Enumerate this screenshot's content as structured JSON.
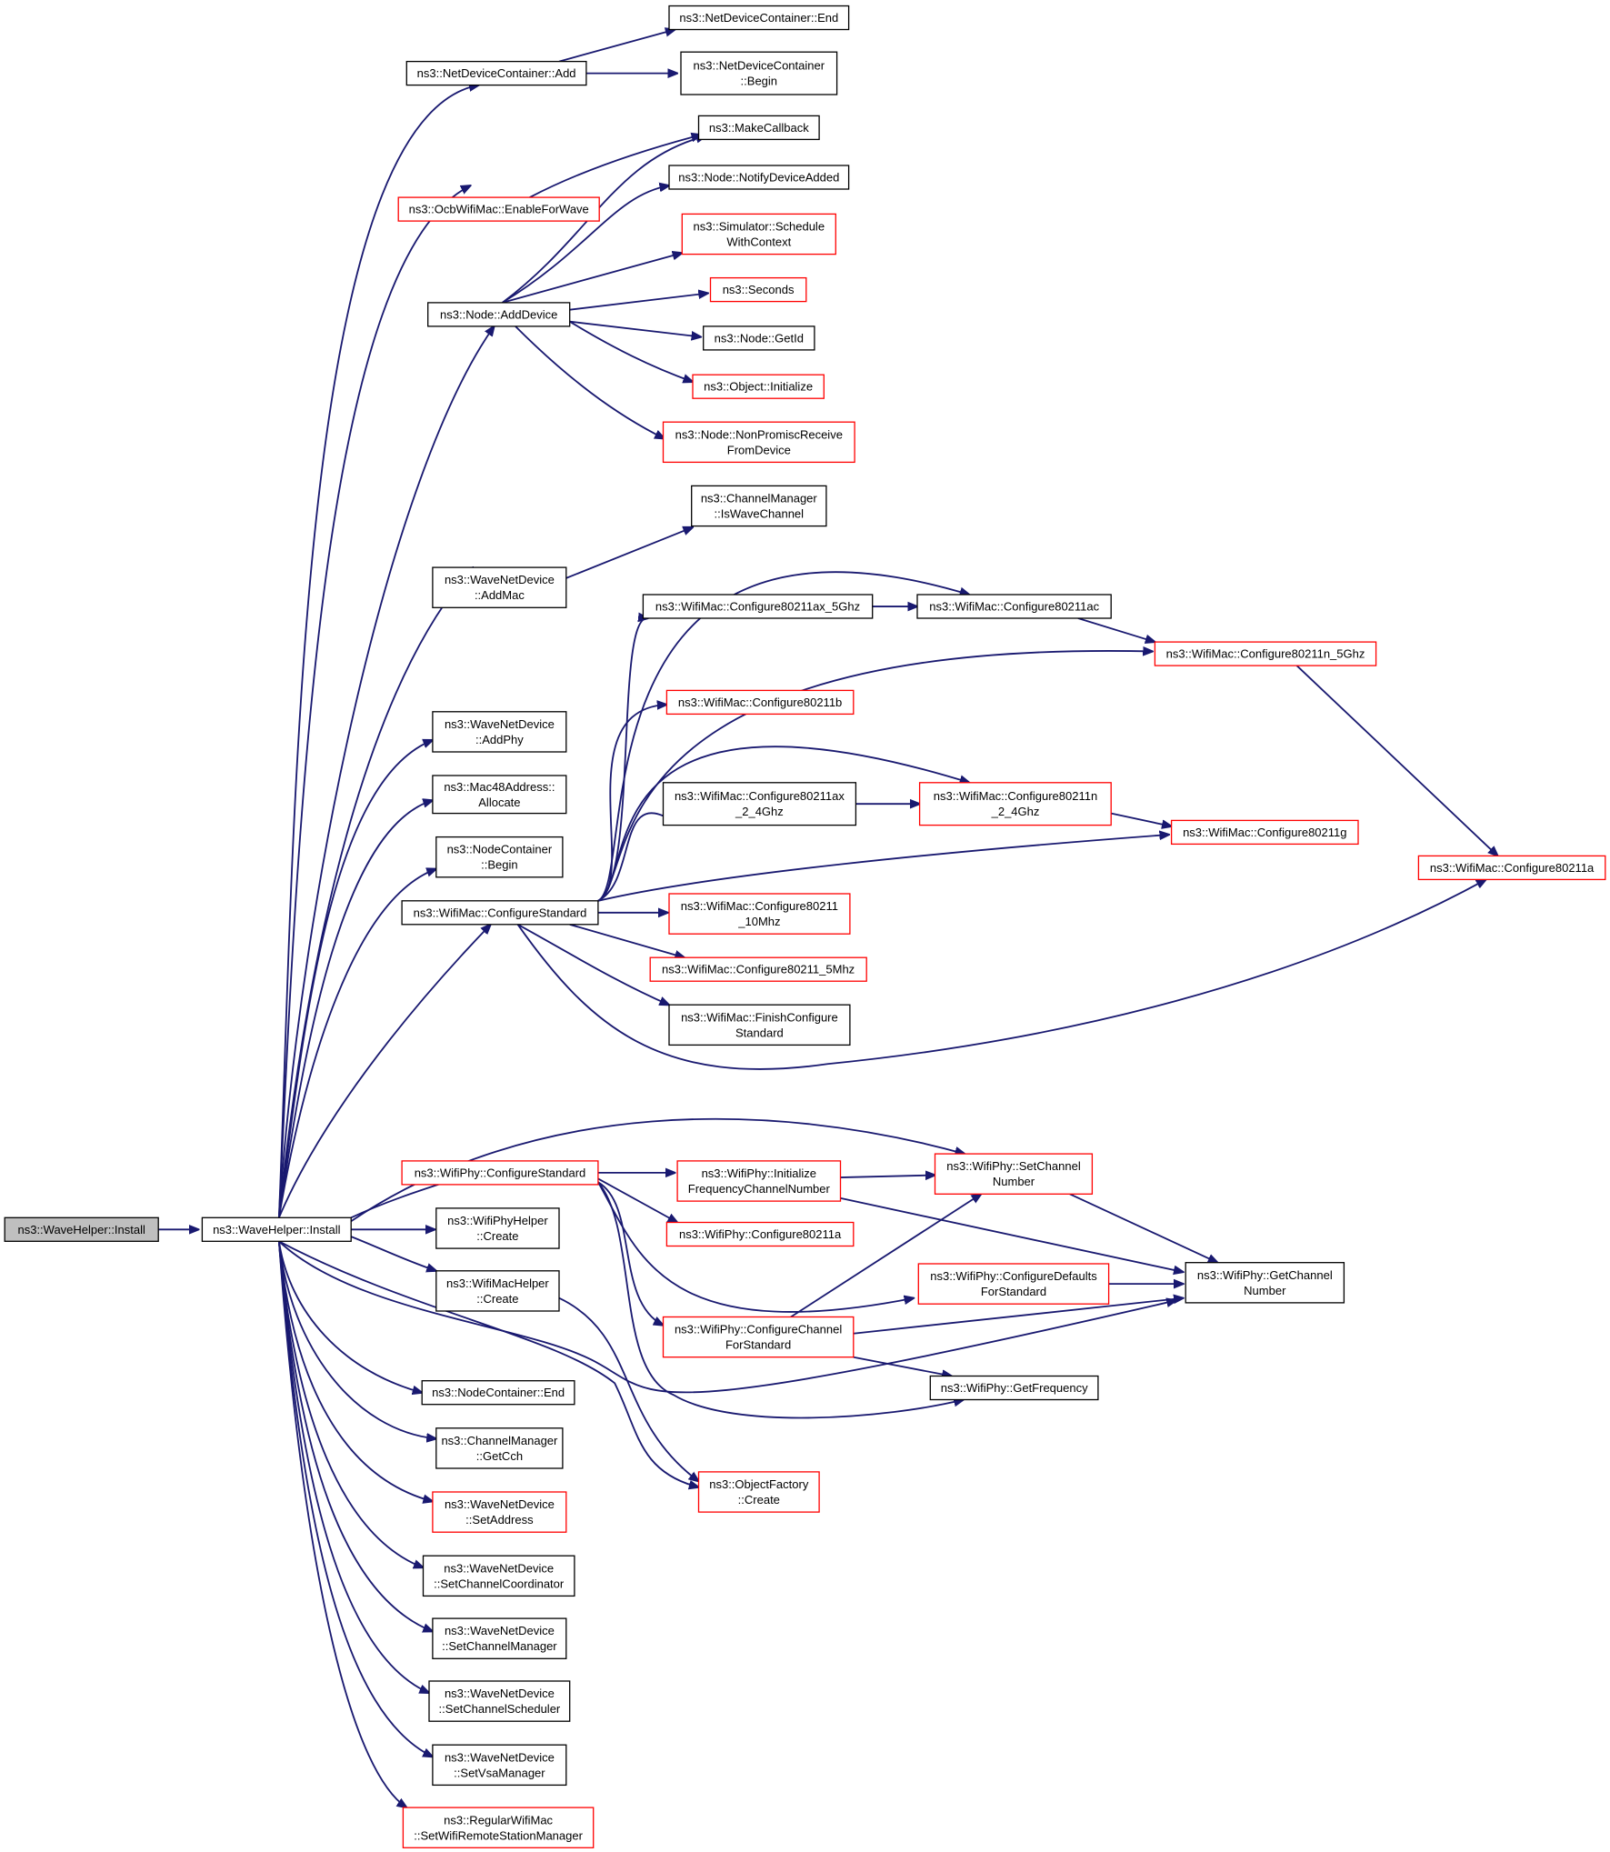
{
  "colors": {
    "edge": "#191970",
    "border_normal": "#000000",
    "border_truncated": "#ff0000",
    "root_fill": "#bfbfbf",
    "node_fill": "#ffffff"
  },
  "nodes": [
    {
      "id": "root",
      "lines": [
        "ns3::WaveHelper::Install"
      ],
      "style": "root"
    },
    {
      "id": "install",
      "lines": [
        "ns3::WaveHelper::Install"
      ],
      "style": "black"
    },
    {
      "id": "ndcAdd",
      "lines": [
        "ns3::NetDeviceContainer::Add"
      ],
      "style": "black"
    },
    {
      "id": "ndcEnd",
      "lines": [
        "ns3::NetDeviceContainer::End"
      ],
      "style": "black"
    },
    {
      "id": "ndcBegin",
      "lines": [
        "ns3::NetDeviceContainer",
        "::Begin"
      ],
      "style": "black"
    },
    {
      "id": "makeCallback",
      "lines": [
        "ns3::MakeCallback"
      ],
      "style": "black"
    },
    {
      "id": "ocbEnable",
      "lines": [
        "ns3::OcbWifiMac::EnableForWave"
      ],
      "style": "red"
    },
    {
      "id": "notifyDev",
      "lines": [
        "ns3::Node::NotifyDeviceAdded"
      ],
      "style": "black"
    },
    {
      "id": "schedCtx",
      "lines": [
        "ns3::Simulator::Schedule",
        "WithContext"
      ],
      "style": "red"
    },
    {
      "id": "seconds",
      "lines": [
        "ns3::Seconds"
      ],
      "style": "red"
    },
    {
      "id": "nodeAddDev",
      "lines": [
        "ns3::Node::AddDevice"
      ],
      "style": "black"
    },
    {
      "id": "nodeGetId",
      "lines": [
        "ns3::Node::GetId"
      ],
      "style": "black"
    },
    {
      "id": "objInit",
      "lines": [
        "ns3::Object::Initialize"
      ],
      "style": "red"
    },
    {
      "id": "nonPromisc",
      "lines": [
        "ns3::Node::NonPromiscReceive",
        "FromDevice"
      ],
      "style": "red"
    },
    {
      "id": "isWaveCh",
      "lines": [
        "ns3::ChannelManager",
        "::IsWaveChannel"
      ],
      "style": "black"
    },
    {
      "id": "addMac",
      "lines": [
        "ns3::WaveNetDevice",
        "::AddMac"
      ],
      "style": "black"
    },
    {
      "id": "cfgAx5",
      "lines": [
        "ns3::WifiMac::Configure80211ax_5Ghz"
      ],
      "style": "black"
    },
    {
      "id": "cfgAc",
      "lines": [
        "ns3::WifiMac::Configure80211ac"
      ],
      "style": "black"
    },
    {
      "id": "cfgN5",
      "lines": [
        "ns3::WifiMac::Configure80211n_5Ghz"
      ],
      "style": "red"
    },
    {
      "id": "cfgB",
      "lines": [
        "ns3::WifiMac::Configure80211b"
      ],
      "style": "red"
    },
    {
      "id": "addPhy",
      "lines": [
        "ns3::WaveNetDevice",
        "::AddPhy"
      ],
      "style": "black"
    },
    {
      "id": "mac48",
      "lines": [
        "ns3::Mac48Address::",
        "Allocate"
      ],
      "style": "black"
    },
    {
      "id": "cfgAx24",
      "lines": [
        "ns3::WifiMac::Configure80211ax",
        "_2_4Ghz"
      ],
      "style": "black"
    },
    {
      "id": "cfgN24",
      "lines": [
        "ns3::WifiMac::Configure80211n",
        "_2_4Ghz"
      ],
      "style": "red"
    },
    {
      "id": "cfgG",
      "lines": [
        "ns3::WifiMac::Configure80211g"
      ],
      "style": "red"
    },
    {
      "id": "ncBegin",
      "lines": [
        "ns3::NodeContainer",
        "::Begin"
      ],
      "style": "black"
    },
    {
      "id": "cfgA",
      "lines": [
        "ns3::WifiMac::Configure80211a"
      ],
      "style": "red"
    },
    {
      "id": "macCfgStd",
      "lines": [
        "ns3::WifiMac::ConfigureStandard"
      ],
      "style": "black"
    },
    {
      "id": "cfg10",
      "lines": [
        "ns3::WifiMac::Configure80211",
        "_10Mhz"
      ],
      "style": "red"
    },
    {
      "id": "cfg5",
      "lines": [
        "ns3::WifiMac::Configure80211_5Mhz"
      ],
      "style": "red"
    },
    {
      "id": "finishCfg",
      "lines": [
        "ns3::WifiMac::FinishConfigure",
        "Standard"
      ],
      "style": "black"
    },
    {
      "id": "phyCfgStd",
      "lines": [
        "ns3::WifiPhy::ConfigureStandard"
      ],
      "style": "red"
    },
    {
      "id": "initFreq",
      "lines": [
        "ns3::WifiPhy::Initialize",
        "FrequencyChannelNumber"
      ],
      "style": "red"
    },
    {
      "id": "setChNum",
      "lines": [
        "ns3::WifiPhy::SetChannel",
        "Number"
      ],
      "style": "red"
    },
    {
      "id": "phyHelperCreate",
      "lines": [
        "ns3::WifiPhyHelper",
        "::Create"
      ],
      "style": "black"
    },
    {
      "id": "phyCfgA",
      "lines": [
        "ns3::WifiPhy::Configure80211a"
      ],
      "style": "red"
    },
    {
      "id": "getChNum",
      "lines": [
        "ns3::WifiPhy::GetChannel",
        "Number"
      ],
      "style": "black"
    },
    {
      "id": "macHelperCreate",
      "lines": [
        "ns3::WifiMacHelper",
        "::Create"
      ],
      "style": "black"
    },
    {
      "id": "cfgDefaults",
      "lines": [
        "ns3::WifiPhy::ConfigureDefaults",
        "ForStandard"
      ],
      "style": "red"
    },
    {
      "id": "cfgChannel",
      "lines": [
        "ns3::WifiPhy::ConfigureChannel",
        "ForStandard"
      ],
      "style": "red"
    },
    {
      "id": "ncEnd",
      "lines": [
        "ns3::NodeContainer::End"
      ],
      "style": "black"
    },
    {
      "id": "getFreq",
      "lines": [
        "ns3::WifiPhy::GetFrequency"
      ],
      "style": "black"
    },
    {
      "id": "getCch",
      "lines": [
        "ns3::ChannelManager",
        "::GetCch"
      ],
      "style": "black"
    },
    {
      "id": "objFactCreate",
      "lines": [
        "ns3::ObjectFactory",
        "::Create"
      ],
      "style": "red"
    },
    {
      "id": "setAddress",
      "lines": [
        "ns3::WaveNetDevice",
        "::SetAddress"
      ],
      "style": "red"
    },
    {
      "id": "setChCoord",
      "lines": [
        "ns3::WaveNetDevice",
        "::SetChannelCoordinator"
      ],
      "style": "black"
    },
    {
      "id": "setChMgr",
      "lines": [
        "ns3::WaveNetDevice",
        "::SetChannelManager"
      ],
      "style": "black"
    },
    {
      "id": "setChSched",
      "lines": [
        "ns3::WaveNetDevice",
        "::SetChannelScheduler"
      ],
      "style": "black"
    },
    {
      "id": "setVsa",
      "lines": [
        "ns3::WaveNetDevice",
        "::SetVsaManager"
      ],
      "style": "black"
    },
    {
      "id": "setRemote",
      "lines": [
        "ns3::RegularWifiMac",
        "::SetWifiRemoteStationManager"
      ],
      "style": "red"
    }
  ]
}
